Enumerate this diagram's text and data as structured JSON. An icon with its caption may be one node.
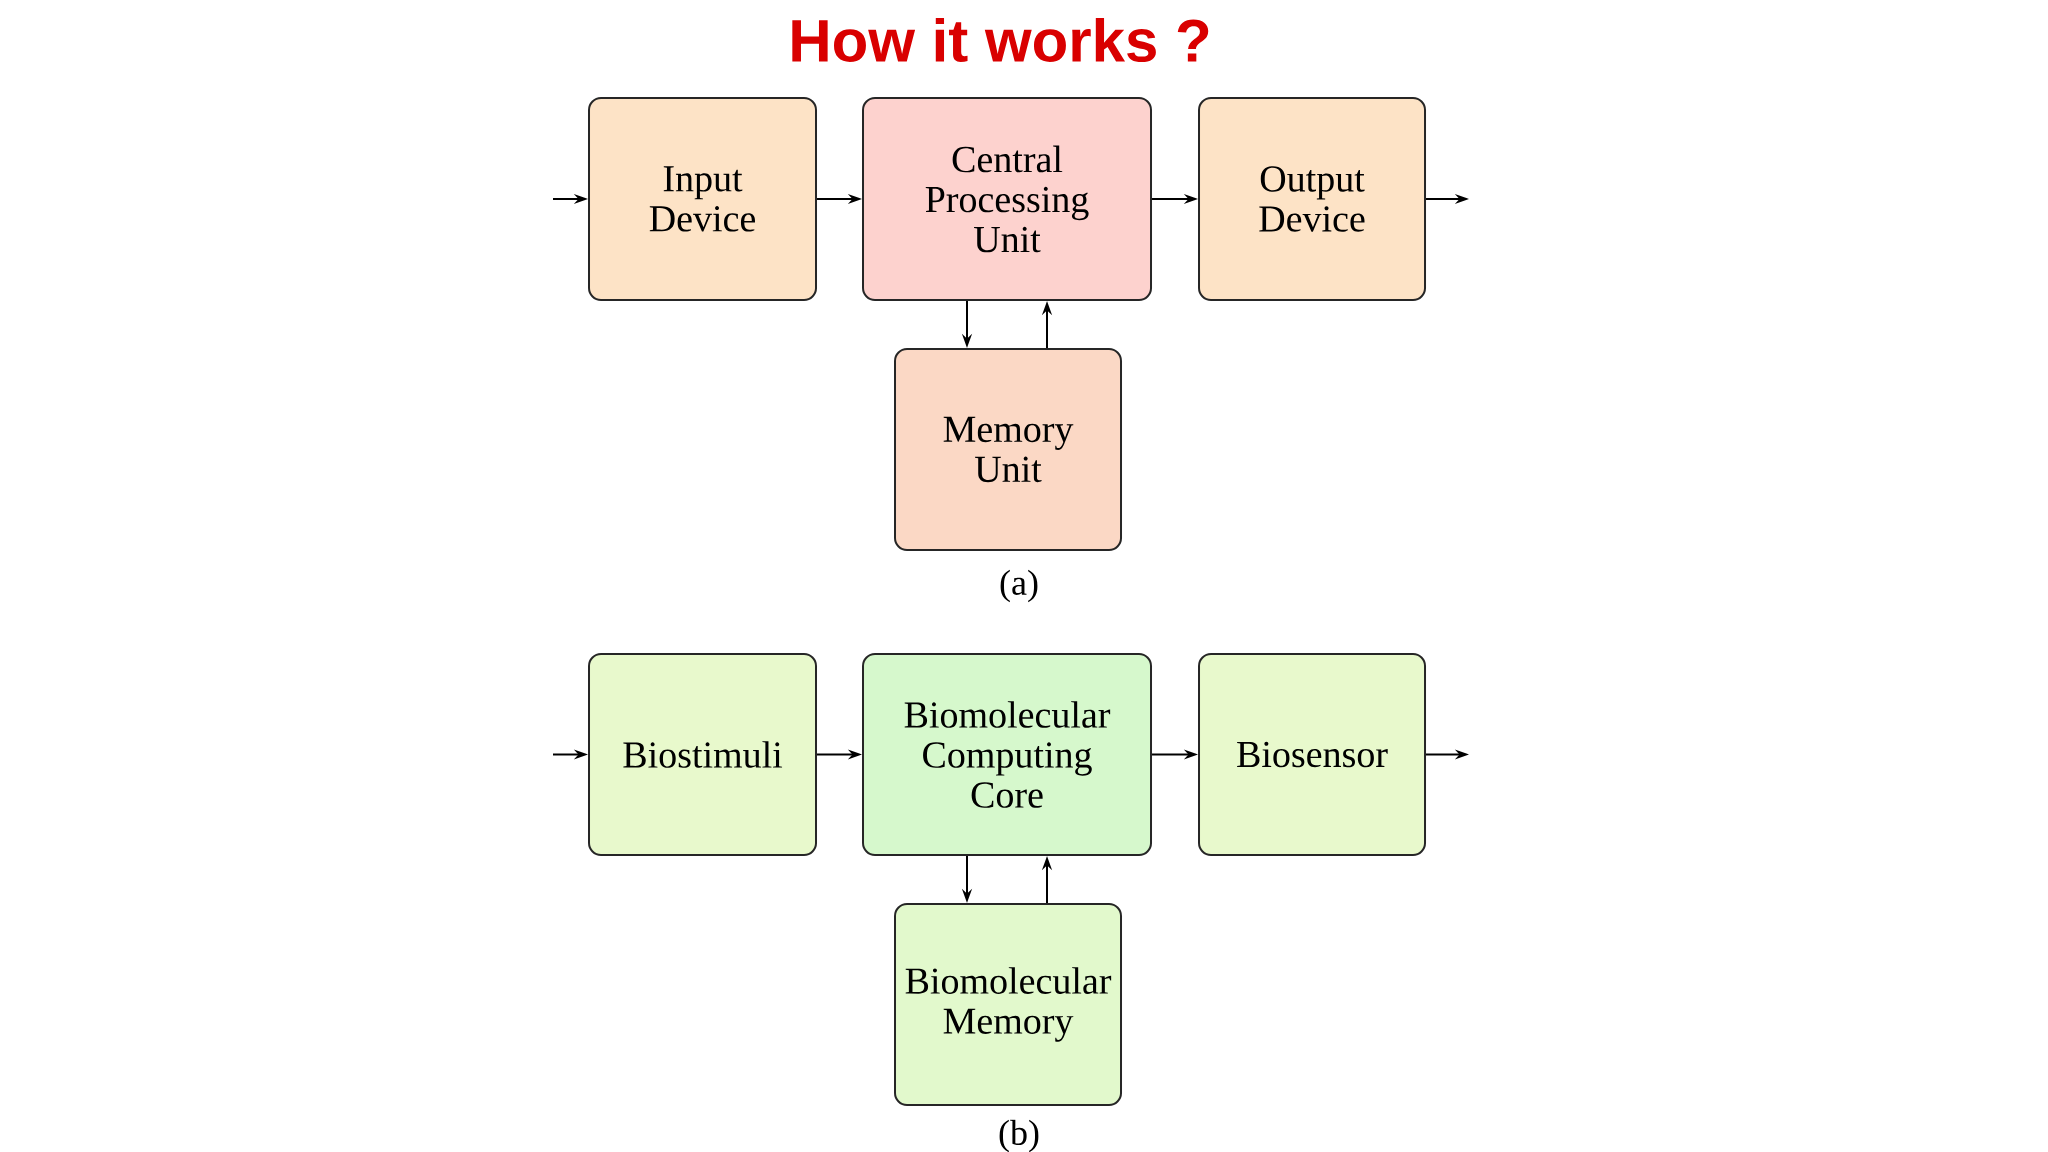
{
  "diagram": {
    "title": "How it works ?",
    "nodes": [
      {
        "text": [
          "Input Device"
        ]
      },
      {
        "text": [
          "Central Processing Unit"
        ]
      },
      {
        "text": [
          "Output Device"
        ]
      },
      {
        "text": [
          "Memory Unit"
        ]
      },
      {
        "text": [
          "Biostimuli"
        ]
      },
      {
        "text": [
          "Biomolecular Computing Core"
        ]
      },
      {
        "text": [
          "Biosensor"
        ]
      },
      {
        "text": [
          "Biomolecular Memory"
        ]
      }
    ],
    "edges": [
      {
        "from": null,
        "to": 0,
        "arrow": "to"
      },
      {
        "from": 0,
        "to": 1,
        "arrow": "to"
      },
      {
        "from": 1,
        "to": 2,
        "arrow": "to"
      },
      {
        "from": 2,
        "to": null,
        "arrow": "to"
      },
      {
        "from": 1,
        "to": 3,
        "arrow": "to"
      },
      {
        "from": 3,
        "to": 1,
        "arrow": "to"
      },
      {
        "from": null,
        "to": 4,
        "arrow": "to"
      },
      {
        "from": 4,
        "to": 5,
        "arrow": "to"
      },
      {
        "from": 5,
        "to": 6,
        "arrow": "to"
      },
      {
        "from": 6,
        "to": null,
        "arrow": "to"
      },
      {
        "from": 5,
        "to": 7,
        "arrow": "to"
      },
      {
        "from": 7,
        "to": 5,
        "arrow": "to"
      }
    ],
    "labels": [
      "(a)",
      "(b)"
    ]
  }
}
